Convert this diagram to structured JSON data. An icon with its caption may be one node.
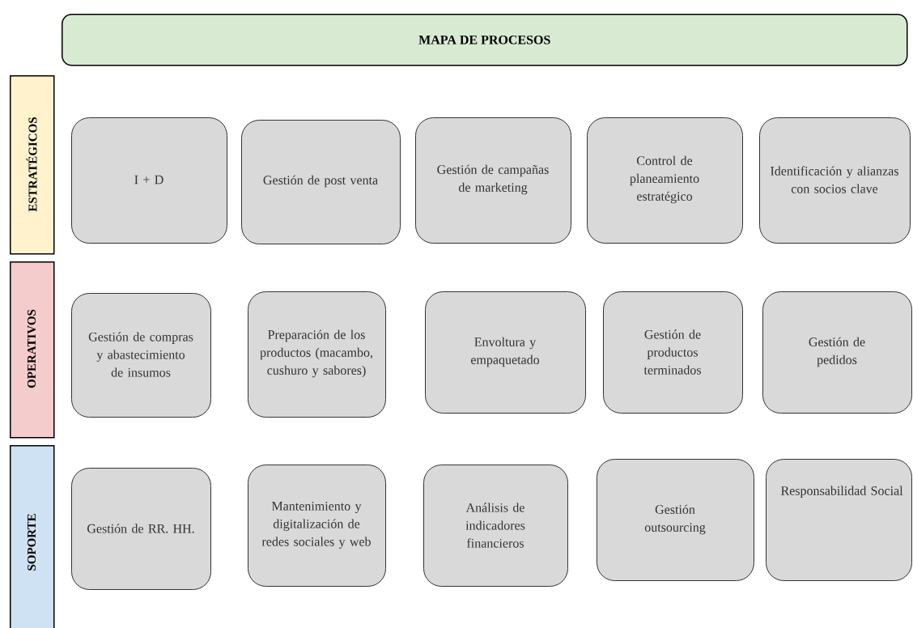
{
  "diagram": {
    "title": "MAPA DE PROCESOS",
    "nodes": [
      {
        "text": [
          "ESTRATÉGICOS"
        ]
      },
      {
        "text": [
          "I + D"
        ]
      },
      {
        "text": [
          "Gestión de post venta"
        ]
      },
      {
        "text": [
          "Gestión de campañas de marketing"
        ]
      },
      {
        "text": [
          "Control de planeamiento estratégico"
        ]
      },
      {
        "text": [
          "Identificación y alianzas con socios clave"
        ]
      },
      {
        "text": [
          "OPERATIVOS"
        ]
      },
      {
        "text": [
          "Gestión de compras y abastecimiento de insumos"
        ]
      },
      {
        "text": [
          "Preparación de los productos (macambo, cushuro y sabores)"
        ]
      },
      {
        "text": [
          "Envoltura y empaquetado"
        ]
      },
      {
        "text": [
          "Gestión de productos terminados"
        ]
      },
      {
        "text": [
          "Gestión de pedidos"
        ]
      },
      {
        "text": [
          "SOPORTE"
        ]
      },
      {
        "text": [
          "Gestión de RR. HH."
        ]
      },
      {
        "text": [
          "Mantenimiento y digitalización de redes sociales y web"
        ]
      },
      {
        "text": [
          "Análisis de indicadores financieros"
        ]
      },
      {
        "text": [
          "Gestión outsourcing"
        ]
      },
      {
        "text": [
          "Responsabilidad Social"
        ]
      }
    ]
  }
}
